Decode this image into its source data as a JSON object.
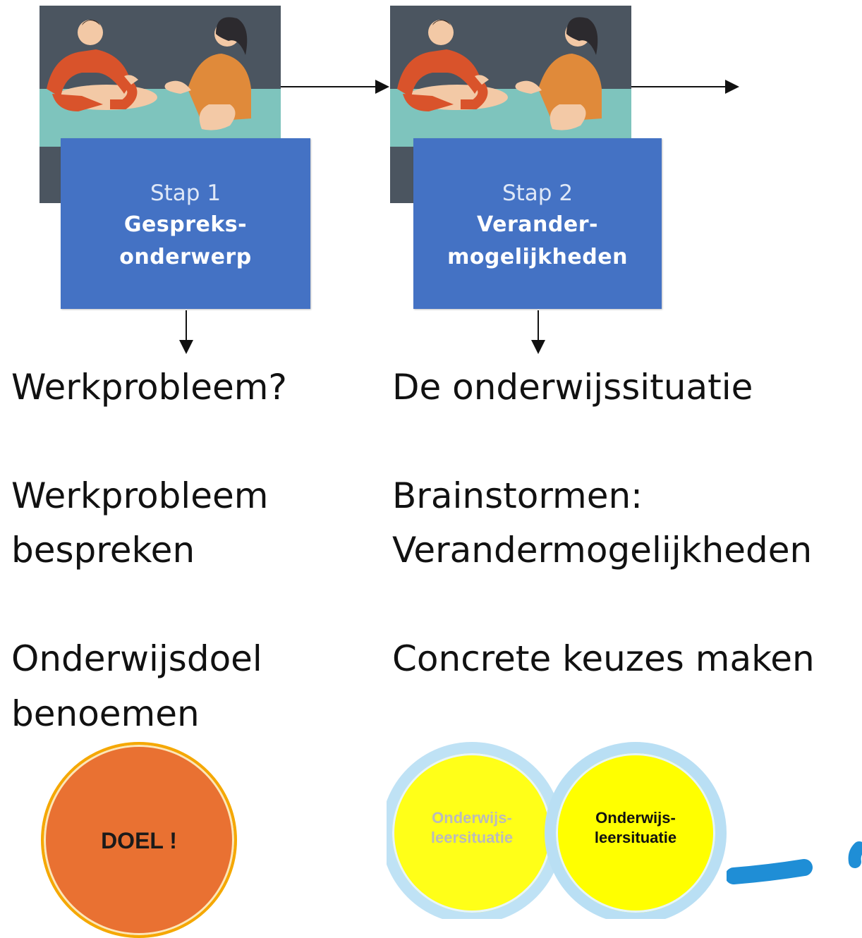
{
  "steps": [
    {
      "number_label": "Stap 1",
      "title_line1": "Gespreks-",
      "title_line2": "onderwerp"
    },
    {
      "number_label": "Stap 2",
      "title_line1": "Verander-",
      "title_line2": "mogelijkheden"
    }
  ],
  "column1": {
    "item1": "Werkprobleem?",
    "item2_line1": "Werkprobleem",
    "item2_line2": "bespreken",
    "item3_line1": "Onderwijsdoel",
    "item3_line2": "benoemen"
  },
  "column2": {
    "item1": "De onderwijssituatie",
    "item2_line1": "Brainstormen:",
    "item2_line2": "Verandermogelijkheden",
    "item3": "Concrete keuzes maken"
  },
  "goal_circle": {
    "label": "DOEL !",
    "fill_color": "#e97132",
    "ring_color": "#f5a800"
  },
  "venn": {
    "left_label_line1": "Onderwijs-",
    "left_label_line2": "leersituatie",
    "right_label_line1": "Onderwijs-",
    "right_label_line2": "leersituatie",
    "fill_color": "#ffff00",
    "ring_color": "#b9dff4"
  },
  "colors": {
    "step_box": "#4472c4",
    "squiggle": "#1f8ed6"
  }
}
